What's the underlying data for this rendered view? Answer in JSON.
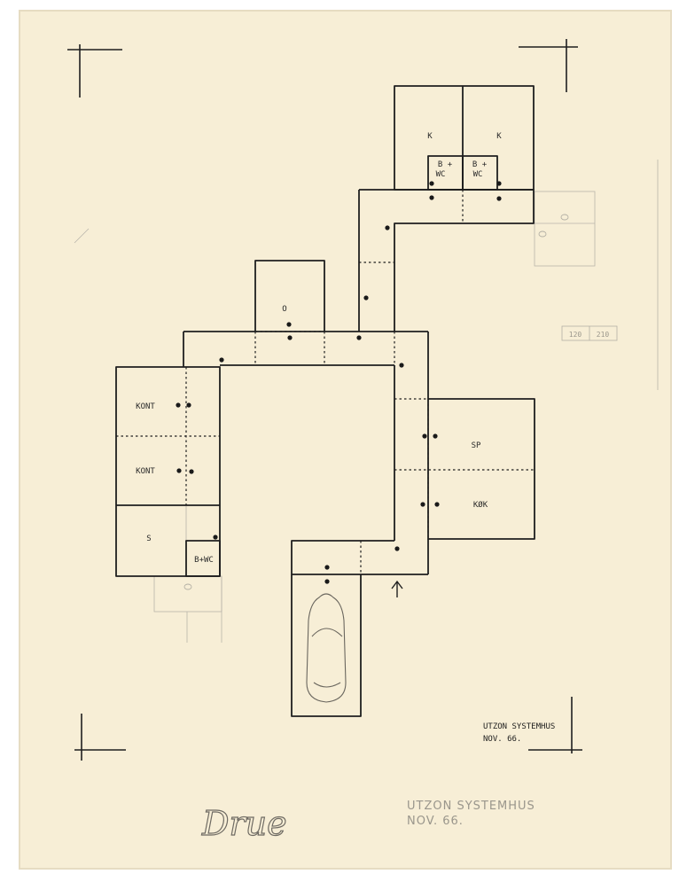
{
  "rooms": {
    "k_left": "K",
    "k_right": "K",
    "bwc_left": [
      "B +",
      "WC"
    ],
    "bwc_right": [
      "B +",
      "WC"
    ],
    "o": "O",
    "kont_1": "KONT",
    "kont_2": "KONT",
    "s": "S",
    "bwc_bottom": "B+WC",
    "sp": "SP",
    "kok": "KØK"
  },
  "title_block": {
    "line1": "UTZON SYSTEMHUS",
    "line2": "NOV. 66."
  },
  "pencil_notes": {
    "dimension_a": "120",
    "dimension_b": "210",
    "title_line1": "UTZON SYSTEMHUS",
    "title_line2": "NOV. 66.",
    "signature": "Drue"
  },
  "colors": {
    "paper": "#f7eed6",
    "ink": "#1f1f1f",
    "pencil": "#a7a398"
  }
}
